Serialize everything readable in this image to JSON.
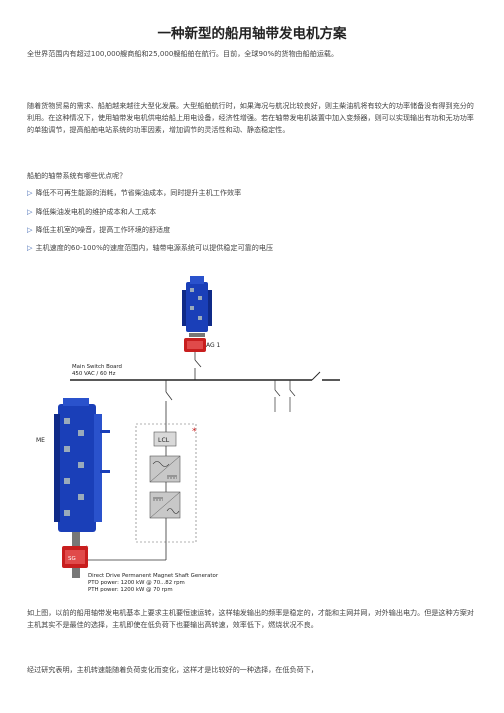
{
  "title": "一种新型的船用轴带发电机方案",
  "paragraphs": {
    "intro": "全世界范围内有超过100,000艘商船和25,000艘船舶在航行。目前，全球90%的货物由船舶运载。",
    "trade": "随着货物贸易的需求、船舶越来越往大型化发展。大型船舶航行时，如果海况与航况比较良好，则主柴油机将有较大的功率储备没有得到充分的利用。在这种情况下，使用轴带发电机供电给船上用电设备，经济性增强。若在轴带发电机装置中加入变频器，则可以实现输出有功和无功功率的单独调节，提高船舶电站系统的功率因素，增加调节的灵活性和动、静态稳定性。",
    "question": "船舶的轴带系统有哪些优点呢？",
    "after": "如上图，以前的船用轴带发电机基本上要求主机要恒速运转，这样轴发输出的频率是稳定的，才能和主网并网，对外输出电力。但是这种方案对主机其实不是最佳的选择，主机即使在低负荷下也要输出高转速，效率低下，燃烧状况不良。",
    "research": "经过研究表明，主机转速能随着负荷变化而变化，这样才是比较好的一种选择，在低负荷下，"
  },
  "bullets": [
    "降低不可再生能源的消耗，节省柴油成本，同时提升主机工作效率",
    "降低柴油发电机的维护成本和人工成本",
    "降低主机室的噪音，提高工作环境的舒适度",
    "主机速度的60-100%的速度范围内，轴带电源系统可以提供稳定可靠的电压"
  ],
  "bullet_marker": "▷",
  "diagram": {
    "ag_label": "AG 1",
    "board_label": "Main Switch Board",
    "board_spec": "450 VAC / 60 Hz",
    "me_label": "ME",
    "lcl_label": "LCL",
    "sg_label": "SG",
    "star": "*",
    "gen_title": "Direct Drive Permanent Magnet Shaft Generator",
    "pto": "PTO power: 1200 kW @ 70...82 rpm",
    "pth": "PTH power: 1200 kW @ 70 rpm",
    "colors": {
      "engine": "#1a3fb8",
      "red": "#c81e1e",
      "line": "#333333"
    }
  }
}
